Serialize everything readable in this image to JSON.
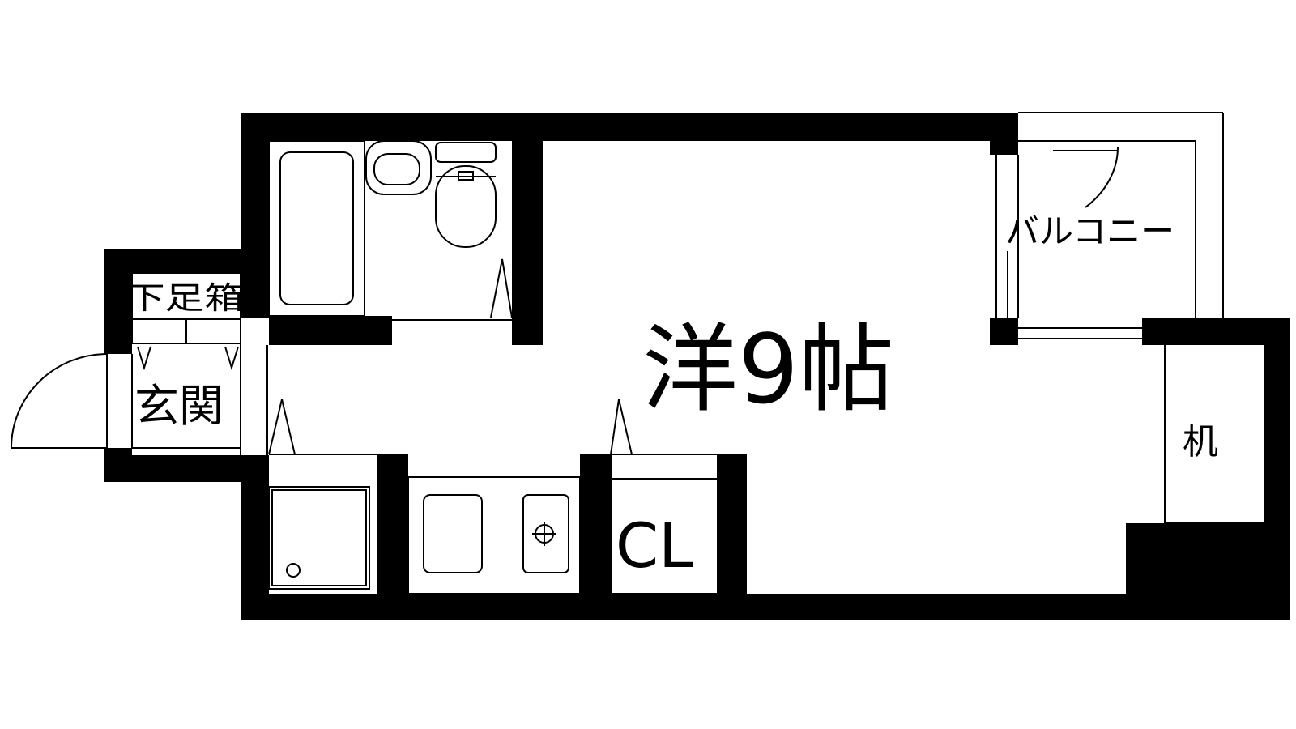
{
  "rooms": {
    "western_room": "洋9帖",
    "balcony": "バルコニー",
    "entrance": "玄関",
    "shoe_box": "下足箱",
    "closet": "CL",
    "desk": "机"
  },
  "colors": {
    "wall": "#000000",
    "background": "#ffffff"
  }
}
